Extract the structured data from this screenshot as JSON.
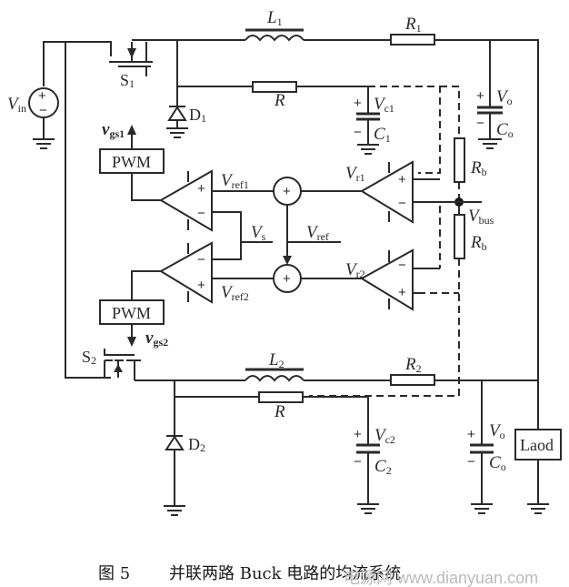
{
  "diagram": {
    "type": "circuit-schematic",
    "title": "Parallel two-channel Buck converter current-sharing system",
    "source": {
      "label": "V",
      "sub": "in",
      "plus": "+",
      "minus": "−"
    },
    "switches": [
      {
        "label": "S",
        "sub": "1"
      },
      {
        "label": "S",
        "sub": "2"
      }
    ],
    "diodes": [
      {
        "label": "D",
        "sub": "1"
      },
      {
        "label": "D",
        "sub": "2"
      }
    ],
    "inductors": [
      {
        "label": "L",
        "sub": "1"
      },
      {
        "label": "L",
        "sub": "2"
      }
    ],
    "output_resistors": [
      {
        "label": "R",
        "sub": "1"
      },
      {
        "label": "R",
        "sub": "2"
      }
    ],
    "sense_resistors": [
      {
        "label": "R"
      },
      {
        "label": "R"
      }
    ],
    "sense_caps": [
      {
        "v_label": "V",
        "v_sub": "c1",
        "c_label": "C",
        "c_sub": "1",
        "plus": "+",
        "minus": "−"
      },
      {
        "v_label": "V",
        "v_sub": "c2",
        "c_label": "C",
        "c_sub": "2",
        "plus": "+",
        "minus": "−"
      }
    ],
    "output_caps": [
      {
        "v_label": "V",
        "v_sub": "o",
        "c_label": "C",
        "c_sub": "o",
        "plus": "+",
        "minus": "−"
      },
      {
        "v_label": "V",
        "v_sub": "o",
        "c_label": "C",
        "c_sub": "o",
        "plus": "+",
        "minus": "−"
      }
    ],
    "bus_resistors": [
      {
        "label": "R",
        "sub": "b"
      },
      {
        "label": "R",
        "sub": "b"
      }
    ],
    "bus_node": {
      "label": "V",
      "sub": "bus"
    },
    "pwm_blocks": [
      {
        "label": "PWM",
        "gate_label": "v",
        "gate_sub": "gs1"
      },
      {
        "label": "PWM",
        "gate_label": "v",
        "gate_sub": "gs2"
      }
    ],
    "comparators": [
      {
        "name": "pwm-comp-1",
        "plus": "+",
        "minus": "−",
        "ref_label": "V",
        "ref_sub": "ref1"
      },
      {
        "name": "pwm-comp-2",
        "plus": "+",
        "minus": "−",
        "ref_label": "V",
        "ref_sub": "ref2"
      }
    ],
    "sense_amps": [
      {
        "name": "share-amp-1",
        "plus": "+",
        "minus": "−",
        "out_label": "V",
        "out_sub": "r1"
      },
      {
        "name": "share-amp-2",
        "plus": "+",
        "minus": "−",
        "out_label": "V",
        "out_sub": "r2"
      }
    ],
    "summers": [
      {
        "sign": "+"
      },
      {
        "sign": "+"
      }
    ],
    "vs_label": {
      "label": "V",
      "sub": "s"
    },
    "vref_label": {
      "label": "V",
      "sub": "ref"
    },
    "load": {
      "label": "Laod"
    }
  },
  "caption": {
    "figure_no": "图 5",
    "text": "并联两路 Buck 电路的均流系统"
  },
  "watermark": "电源网 www.dianyuan.com"
}
